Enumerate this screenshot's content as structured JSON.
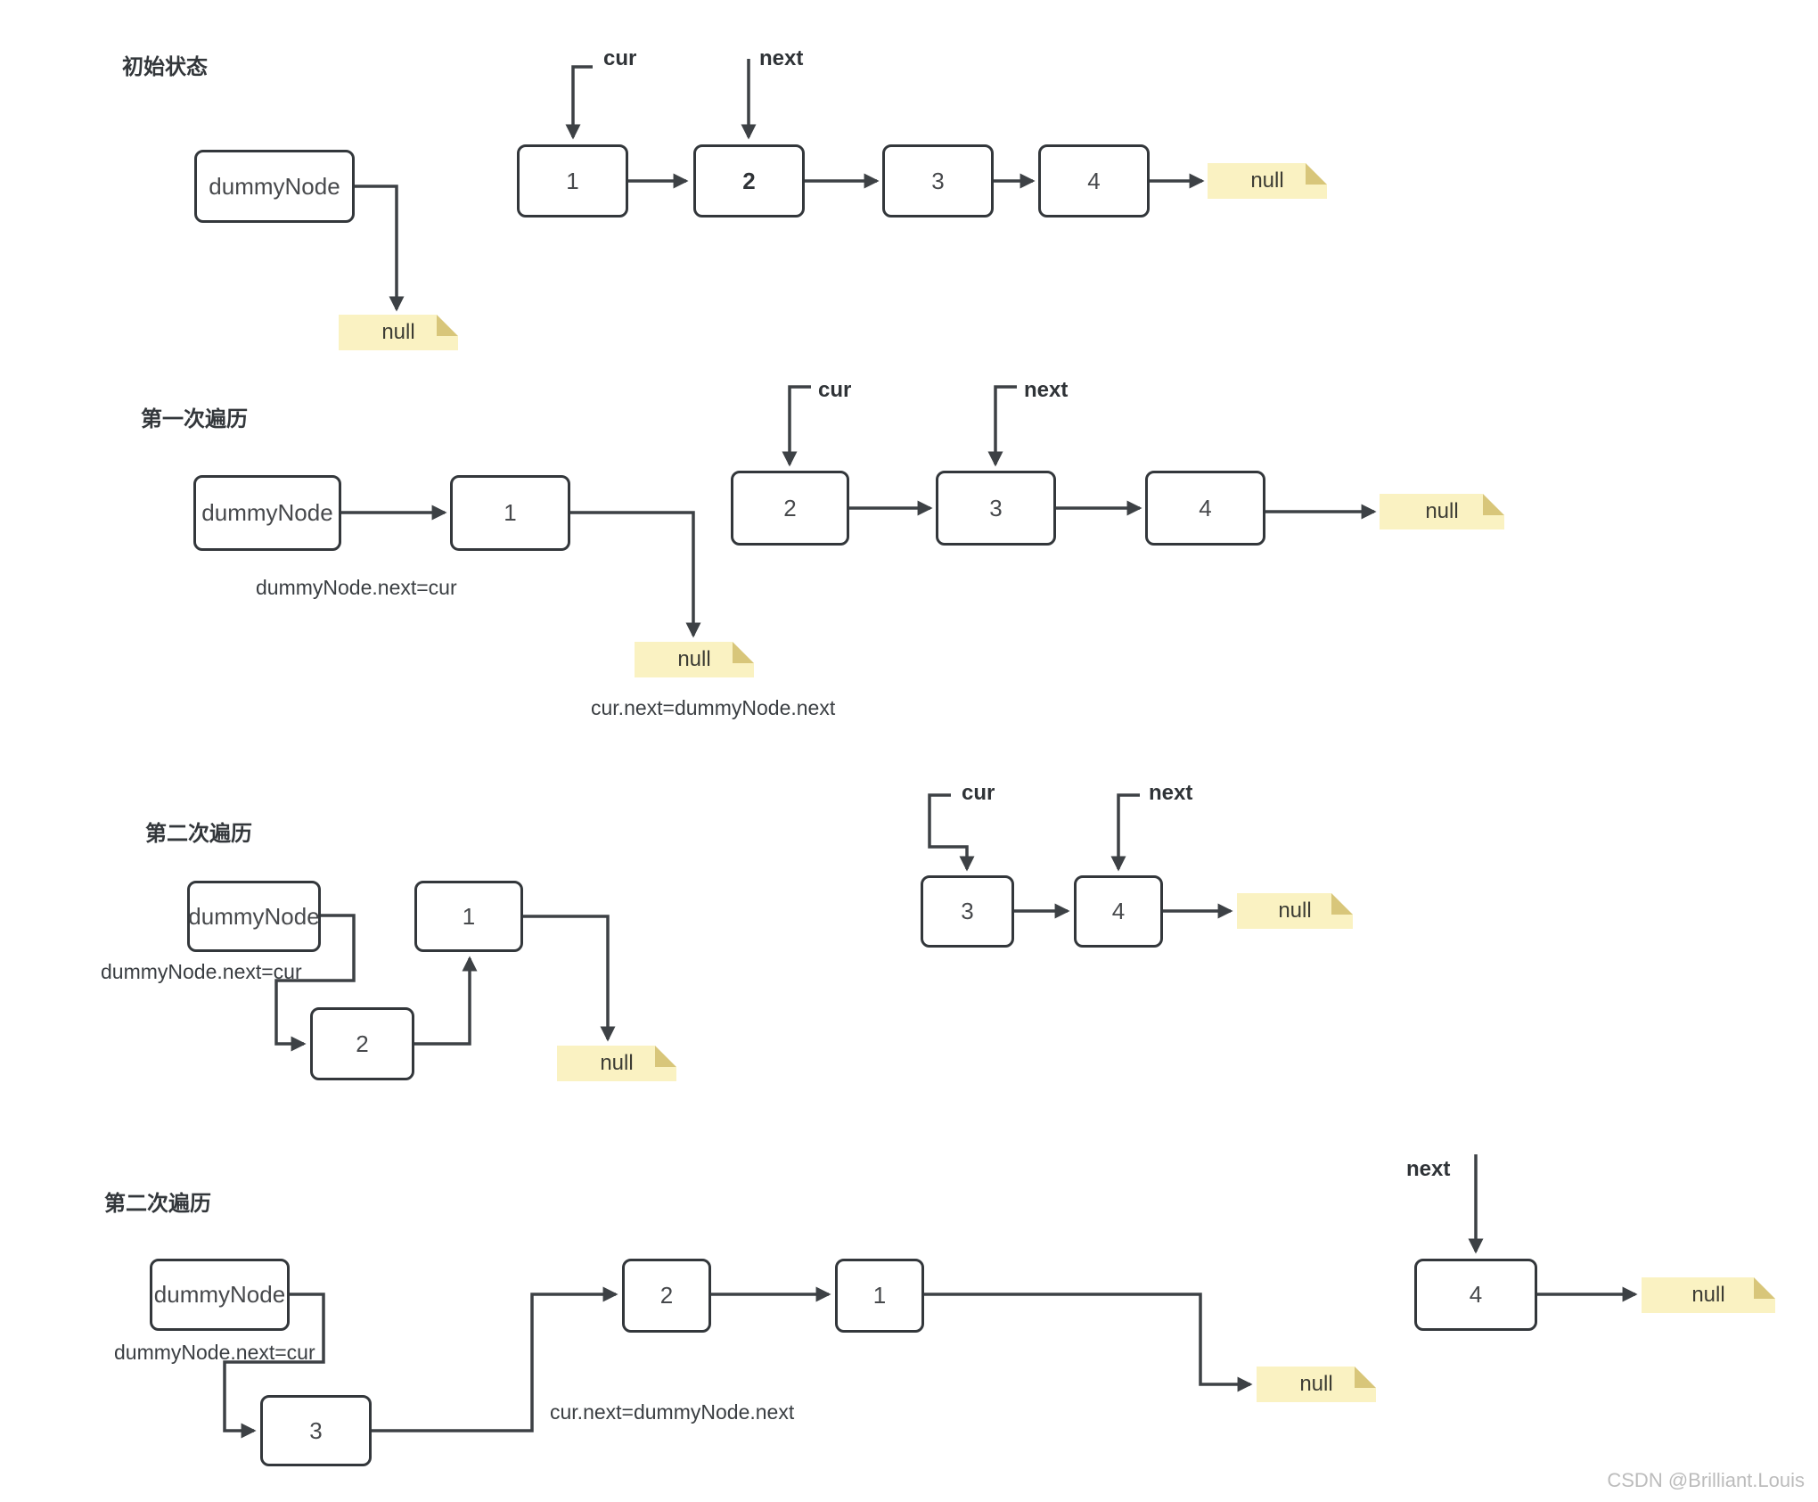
{
  "diagram": {
    "watermark": "CSDN @Brilliant.Louis",
    "null_label": "null",
    "dummy_label": "dummyNode",
    "pointer_labels": {
      "cur": "cur",
      "next": "next"
    },
    "code_labels": {
      "dummy_next": "dummyNode.next=cur",
      "cur_next": "cur.next=dummyNode.next"
    },
    "sections": [
      {
        "title": "初始状态",
        "nodes": {
          "n1": "1",
          "n2": "2",
          "n3": "3",
          "n4": "4"
        }
      },
      {
        "title": "第一次遍历",
        "nodes": {
          "n1": "1",
          "n2": "2",
          "n3": "3",
          "n4": "4"
        }
      },
      {
        "title": "第二次遍历",
        "nodes": {
          "n1": "1",
          "n2": "2",
          "n3": "3",
          "n4": "4"
        }
      },
      {
        "title": "第二次遍历",
        "nodes": {
          "n1": "1",
          "n2": "2",
          "n3": "3",
          "n4": "4"
        }
      }
    ]
  }
}
